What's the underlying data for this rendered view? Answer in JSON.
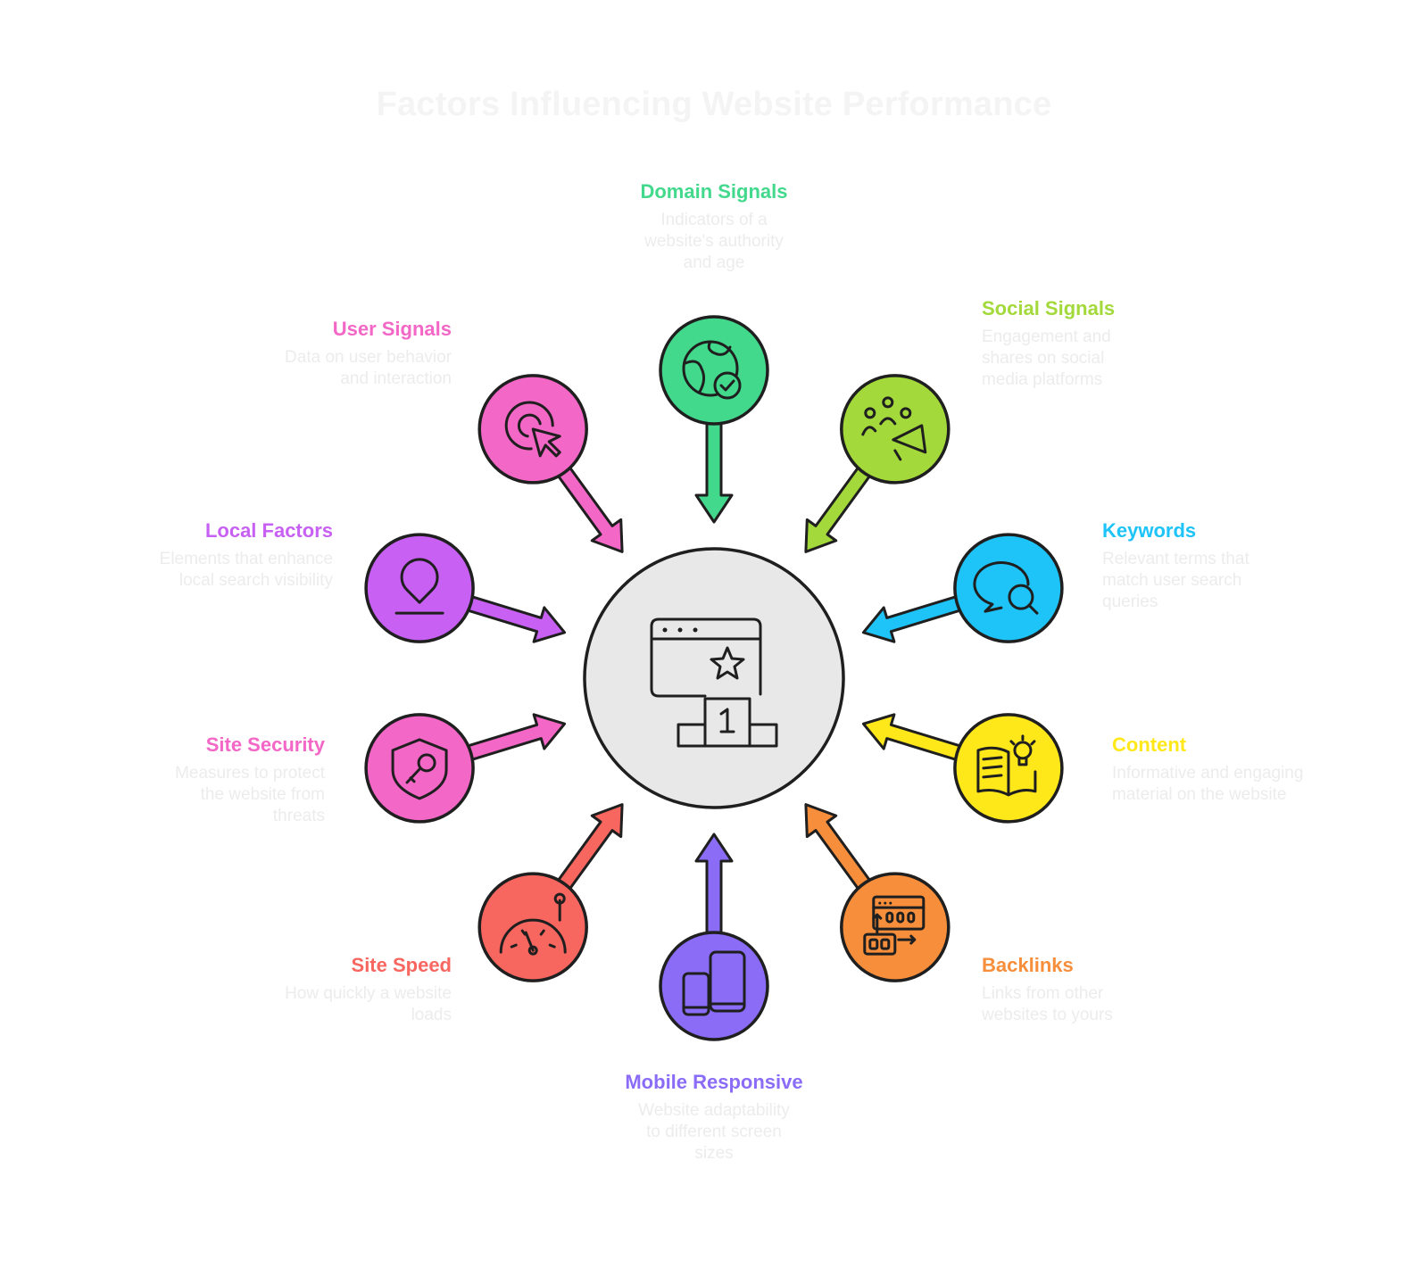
{
  "diagram": {
    "title": "Factors Influencing Website Performance",
    "center_icon": "website-ranking-icon",
    "factors": [
      {
        "id": "domain-signals",
        "title": "Domain Signals",
        "description": "Indicators of a website's authority and age",
        "color": "#43d98d",
        "icon": "globe-check-icon"
      },
      {
        "id": "social-signals",
        "title": "Social Signals",
        "description": "Engagement and shares on social media platforms",
        "color": "#a3d93a",
        "icon": "social-megaphone-icon"
      },
      {
        "id": "keywords",
        "title": "Keywords",
        "description": "Relevant terms that match user search queries",
        "color": "#1ec3f7",
        "icon": "search-chat-icon"
      },
      {
        "id": "content",
        "title": "Content",
        "description": "Informative and engaging material on the website",
        "color": "#ffe81a",
        "icon": "book-lightbulb-icon"
      },
      {
        "id": "backlinks",
        "title": "Backlinks",
        "description": "Links from other websites to yours",
        "color": "#f68e3b",
        "icon": "link-transfer-icon"
      },
      {
        "id": "mobile-responsive",
        "title": "Mobile Responsive",
        "description": "Website adaptability to different screen sizes",
        "color": "#8a6cf7",
        "icon": "devices-icon"
      },
      {
        "id": "site-speed",
        "title": "Site Speed",
        "description": "How quickly a website loads",
        "color": "#f7665f",
        "icon": "speedometer-icon"
      },
      {
        "id": "site-security",
        "title": "Site Security",
        "description": "Measures to protect the website from threats",
        "color": "#f367c6",
        "icon": "shield-key-icon"
      },
      {
        "id": "local-factors",
        "title": "Local Factors",
        "description": "Elements that enhance local search visibility",
        "color": "#c760f3",
        "icon": "map-pin-icon"
      },
      {
        "id": "user-signals",
        "title": "User Signals",
        "description": "Data on user behavior and interaction",
        "color": "#f367c6",
        "icon": "cursor-click-icon"
      }
    ]
  }
}
